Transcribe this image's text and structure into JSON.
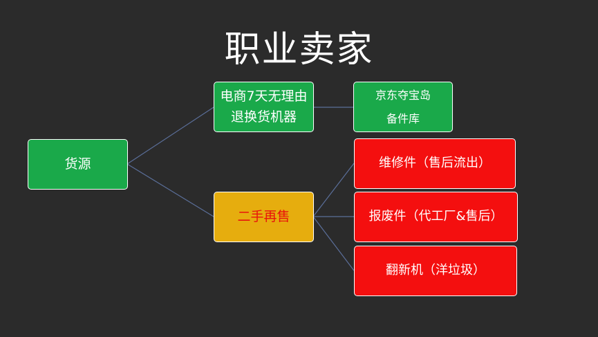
{
  "title": "职业卖家",
  "nodes": {
    "root": {
      "label": "货源"
    },
    "ecommerce": {
      "lines": [
        "电商7天无理由",
        "退换货机器"
      ]
    },
    "jd": {
      "lines": [
        "京东夺宝岛",
        "备件库"
      ]
    },
    "second_hand": {
      "label": "二手再售"
    },
    "repair": {
      "label": "维修件（售后流出）"
    },
    "scrap": {
      "label": "报废件（代工厂&售后）"
    },
    "refurb": {
      "label": "翻新机（洋垃圾）"
    }
  },
  "colors": {
    "background": "#2b2b2b",
    "green": "#1aa94a",
    "yellow": "#e6ad0e",
    "red": "#f40f0f",
    "yellow_text": "#e8120c",
    "connector": "#5b6f9a"
  }
}
